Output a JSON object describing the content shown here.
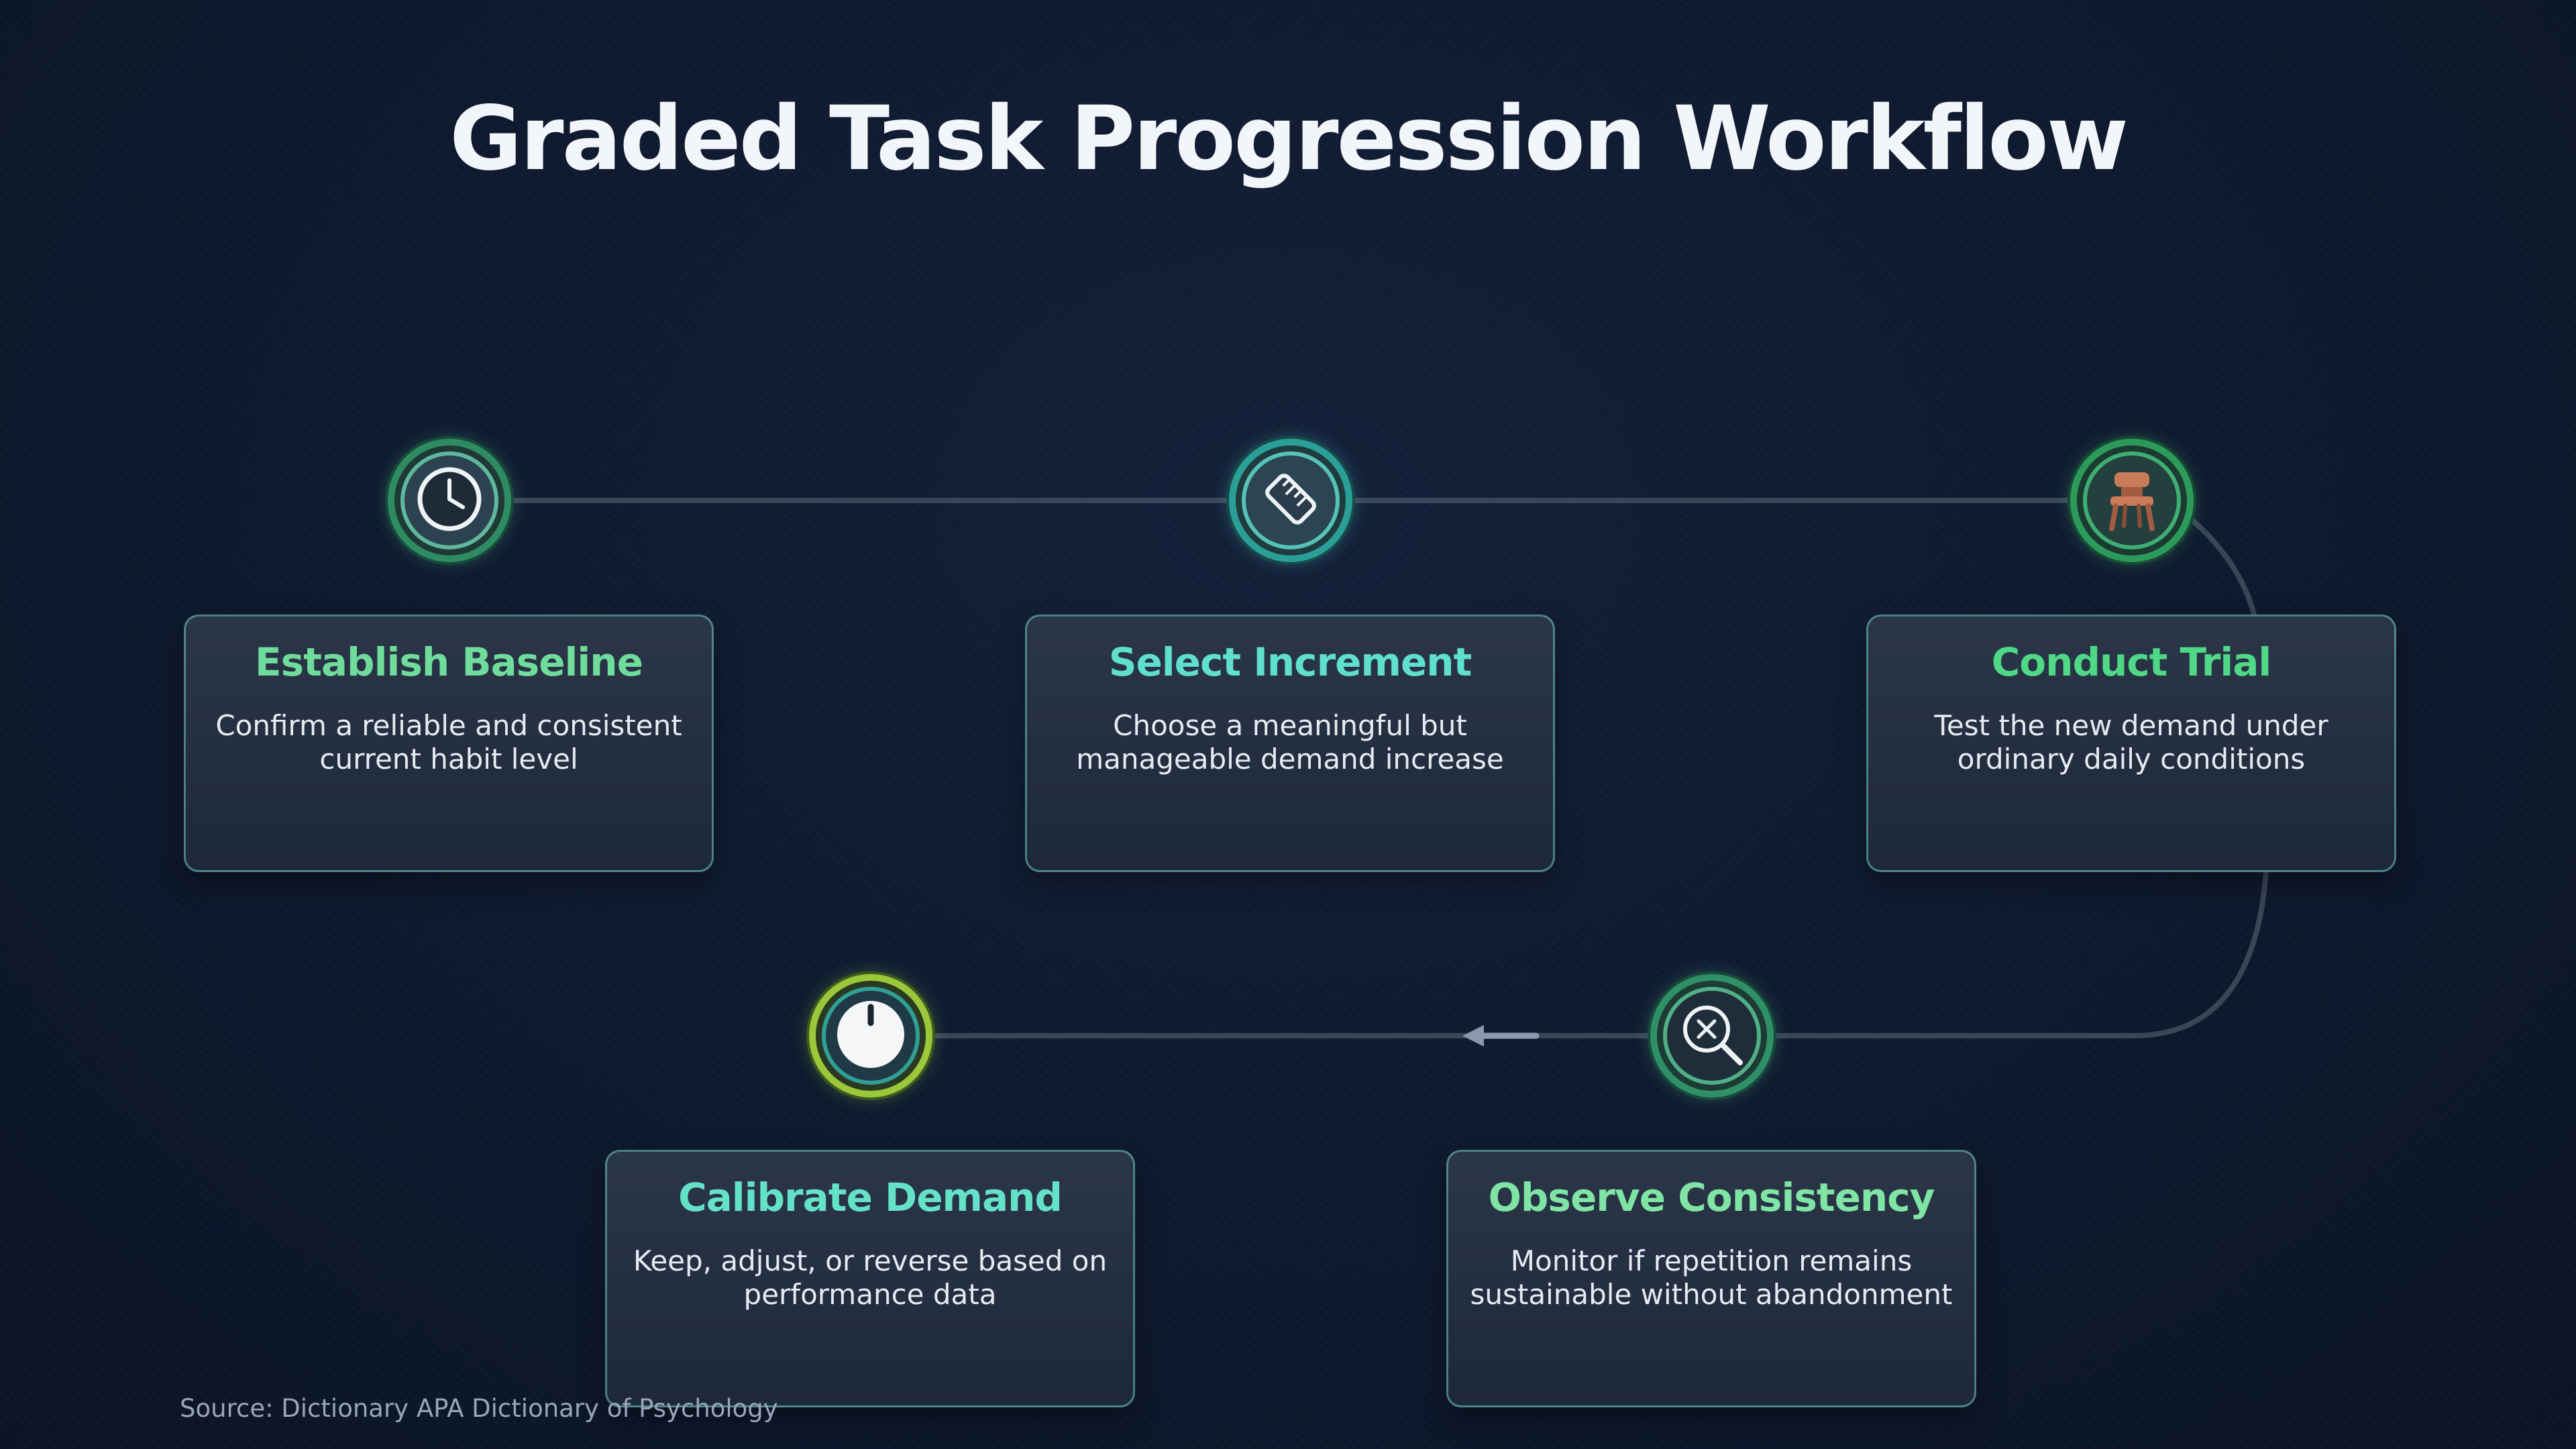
{
  "title": "Graded Task Progression Workflow",
  "steps": [
    {
      "title": "Establish Baseline",
      "description": "Confirm a reliable and consistent current habit level",
      "icon": "clock-icon",
      "accent": "#6fdc9c"
    },
    {
      "title": "Select Increment",
      "description": "Choose a meaningful but manageable demand increase",
      "icon": "ruler-icon",
      "accent": "#5fe0cf"
    },
    {
      "title": "Conduct Trial",
      "description": "Test the new demand under ordinary daily conditions",
      "icon": "chair-icon",
      "accent": "#4fd986"
    },
    {
      "title": "Observe Consistency",
      "description": "Monitor if repetition remains sustainable without abandonment",
      "icon": "magnifier-x-icon",
      "accent": "#7fe5a4"
    },
    {
      "title": "Calibrate Demand",
      "description": "Keep, adjust, or reverse based on performance data",
      "icon": "dial-icon",
      "accent": "#64e2c8"
    }
  ],
  "source": "Source: Dictionary APA Dictionary of Psychology"
}
